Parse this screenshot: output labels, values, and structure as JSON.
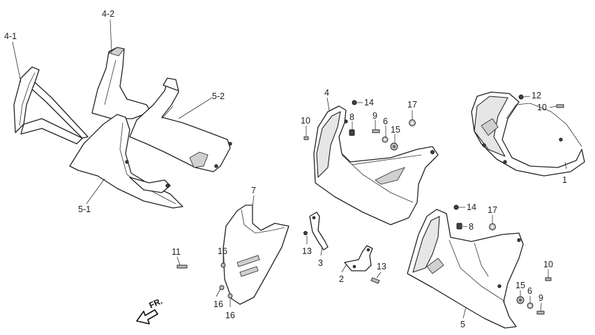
{
  "diagram": {
    "callouts": [
      {
        "id": "c-4-1",
        "text": "4-1"
      },
      {
        "id": "c-4-2",
        "text": "4-2"
      },
      {
        "id": "c-5-2",
        "text": "5-2"
      },
      {
        "id": "c-5-1",
        "text": "5-1"
      },
      {
        "id": "c-4",
        "text": "4"
      },
      {
        "id": "c-14a",
        "text": "14"
      },
      {
        "id": "c-17a",
        "text": "17"
      },
      {
        "id": "c-10a",
        "text": "10"
      },
      {
        "id": "c-8a",
        "text": "8"
      },
      {
        "id": "c-9a",
        "text": "9"
      },
      {
        "id": "c-6a",
        "text": "6"
      },
      {
        "id": "c-15a",
        "text": "15"
      },
      {
        "id": "c-12",
        "text": "12"
      },
      {
        "id": "c-10b",
        "text": "10"
      },
      {
        "id": "c-1",
        "text": "1"
      },
      {
        "id": "c-7",
        "text": "7"
      },
      {
        "id": "c-11",
        "text": "11"
      },
      {
        "id": "c-16a",
        "text": "16"
      },
      {
        "id": "c-16b",
        "text": "16"
      },
      {
        "id": "c-16c",
        "text": "16"
      },
      {
        "id": "c-13a",
        "text": "13"
      },
      {
        "id": "c-3",
        "text": "3"
      },
      {
        "id": "c-2",
        "text": "2"
      },
      {
        "id": "c-13b",
        "text": "13"
      },
      {
        "id": "c-14b",
        "text": "14"
      },
      {
        "id": "c-8b",
        "text": "8"
      },
      {
        "id": "c-17b",
        "text": "17"
      },
      {
        "id": "c-10c",
        "text": "10"
      },
      {
        "id": "c-15b",
        "text": "15"
      },
      {
        "id": "c-6b",
        "text": "6"
      },
      {
        "id": "c-9b",
        "text": "9"
      },
      {
        "id": "c-5",
        "text": "5"
      }
    ],
    "direction_label": "FR."
  }
}
